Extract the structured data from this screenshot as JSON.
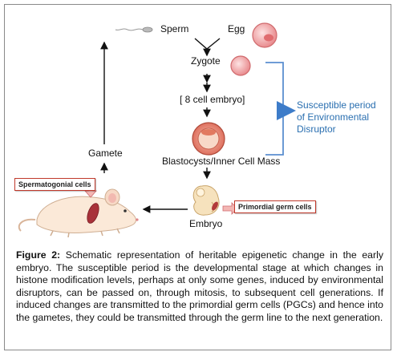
{
  "labels": {
    "sperm": "Sperm",
    "egg": "Egg",
    "zygote": "Zygote",
    "eight_cell": "[ 8 cell embryo]",
    "blastocysts": "Blastocysts/Inner Cell Mass",
    "embryo": "Embryo",
    "gamete": "Gamete",
    "spermatogonial": "Spermatogonial cells",
    "primordial": "Primordial germ cells"
  },
  "susceptible": {
    "line1": "Susceptible period",
    "line2": "of Environmental",
    "line3": "Disruptor"
  },
  "caption": {
    "label": "Figure 2:",
    "text": "Schematic representation of heritable epigenetic change in the early embryo. The susceptible period is the developmental stage at which changes in histone modification levels, perhaps at only some genes, induced by environmental disruptors, can be passed on, through mitosis, to subsequent cell generations. If induced changes are transmitted to the primordial germ cells (PGCs) and hence into the gametes, they could be transmitted through the germ line to the next generation."
  },
  "colors": {
    "bracket": "#5b8fd0",
    "susceptible_text": "#2a6fb0",
    "box_border": "#c0392b",
    "cell_fill": "#f2a8aa"
  }
}
